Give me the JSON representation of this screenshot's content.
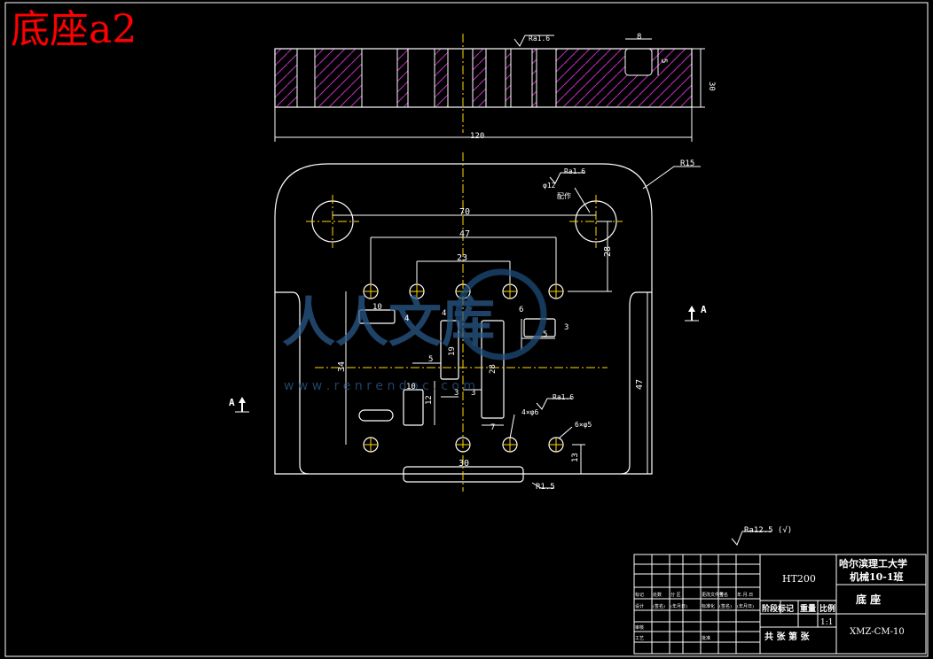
{
  "title": "底座a2",
  "top_view": {
    "roughness": "Ra1.6",
    "dims": {
      "length": "120",
      "height": "30",
      "slot_w": "8",
      "slot_d": "5"
    }
  },
  "plan_view": {
    "radius_corner": "R15",
    "radius_small": "R1.5",
    "roughness_hole": "Ra1.6",
    "hole_note": "φ12",
    "hole_note2": "配作",
    "roughness_inner": "Ra1.6",
    "hole_callout": "4×φ6",
    "hole_callout2": "6×φ5",
    "dims": {
      "d70": "70",
      "d47": "47",
      "d23": "23",
      "d28": "28",
      "d10a": "10",
      "d4a": "4",
      "d4b": "4",
      "d5a": "5",
      "d19": "19",
      "d28b": "28",
      "d6": "6",
      "d3": "3",
      "d5b": "5",
      "d34": "34",
      "d10b": "10",
      "d12": "12",
      "d3a": "3",
      "d3b": "3",
      "d7": "7",
      "d47b": "47",
      "d30": "30",
      "d13": "13"
    },
    "section_marker": "A"
  },
  "general_roughness": "Ra12.5 (√)",
  "watermark": {
    "logo": "人人文库",
    "url": "w w w . r e n r e n d o c . c o m"
  },
  "title_block": {
    "material": "HT200",
    "school": "哈尔滨理工大学",
    "class": "机械10-1班",
    "part_name": "底  座",
    "drawing_no": "XMZ-CM-10",
    "stage_label": "阶段标记",
    "weight_label": "重量",
    "scale_label": "比例",
    "scale": "1:1",
    "sheets": "共  张    第  张",
    "small_row1": [
      "标记",
      "处数",
      "分 区",
      "更改文件号",
      "签名",
      "年.月.日"
    ],
    "small_row2": [
      "设计",
      "(签名)",
      "(年月日)",
      "标准化",
      "(签名)",
      "(年月日)"
    ],
    "small_row3": [
      "审核",
      "",
      "",
      "",
      "",
      ""
    ],
    "small_row4": [
      "工艺",
      "",
      "",
      "批准",
      "",
      ""
    ]
  }
}
